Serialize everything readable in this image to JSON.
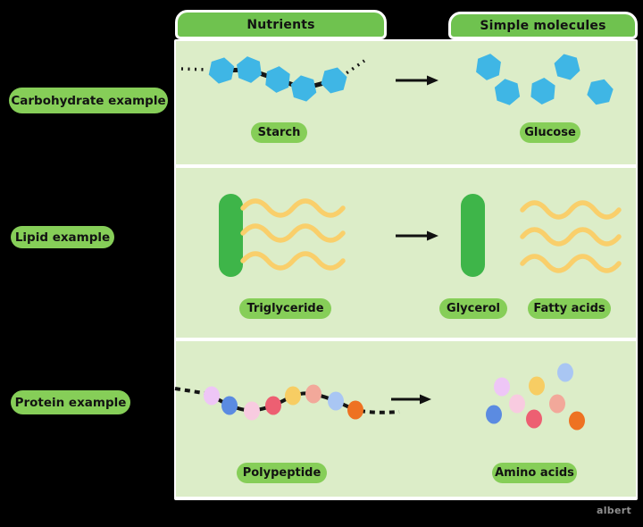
{
  "canvas": {
    "background": "#000000",
    "watermark": "albert"
  },
  "palette": {
    "panel_green": "#dcedc8",
    "tab_green": "#6fc24f",
    "pill_green": "#86ce58",
    "hexagon_blue": "#3fb6e5",
    "bar_green": "#3eb549",
    "wave_yellow": "#f9cf6b",
    "chain_black": "#151515",
    "text_dark": "#121212",
    "border_white": "#ffffff"
  },
  "columns": {
    "nutrients": "Nutrients",
    "simple_molecules": "Simple molecules"
  },
  "rows": [
    {
      "label": "Carbohydrate example",
      "nutrient_label": "Starch",
      "product_labels": [
        "Glucose"
      ]
    },
    {
      "label": "Lipid example",
      "nutrient_label": "Triglyceride",
      "product_labels": [
        "Glycerol",
        "Fatty acids"
      ]
    },
    {
      "label": "Protein example",
      "nutrient_label": "Polypeptide",
      "product_labels": [
        "Amino acids"
      ]
    }
  ],
  "amino_acid_colors": [
    "#eec6f6",
    "#5b8be1",
    "#f8cbe0",
    "#ed5f72",
    "#f7cd63",
    "#f2a89a",
    "#a9c6f3",
    "#ee7222"
  ]
}
